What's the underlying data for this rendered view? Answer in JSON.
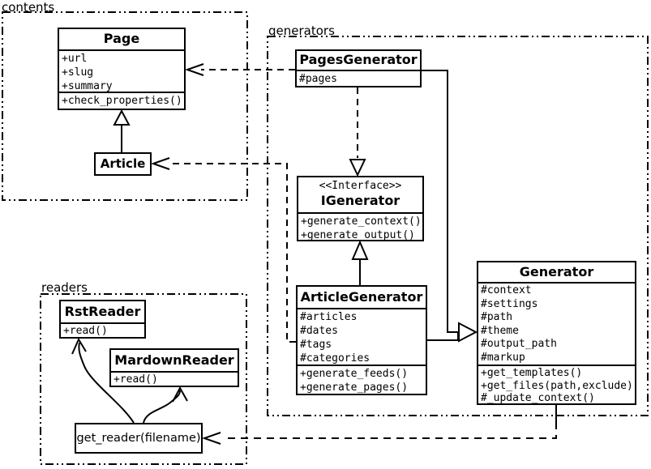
{
  "packages": {
    "contents": {
      "label": "contents"
    },
    "generators": {
      "label": "generators"
    },
    "readers": {
      "label": "readers"
    }
  },
  "classes": {
    "page": {
      "title": "Page",
      "attributes": [
        "+url",
        "+slug",
        "+summary"
      ],
      "methods": [
        "+check_properties()"
      ]
    },
    "article": {
      "title": "Article"
    },
    "pages_generator": {
      "title": "PagesGenerator",
      "attributes": [
        "#pages"
      ]
    },
    "igenerator": {
      "stereotype": "<<Interface>>",
      "title": "IGenerator",
      "methods": [
        "+generate_context()",
        "+generate_output()"
      ]
    },
    "article_generator": {
      "title": "ArticleGenerator",
      "attributes": [
        "#articles",
        "#dates",
        "#tags",
        "#categories"
      ],
      "methods": [
        "+generate_feeds()",
        "+generate_pages()"
      ]
    },
    "generator": {
      "title": "Generator",
      "attributes": [
        "#context",
        "#settings",
        "#path",
        "#theme",
        "#output_path",
        "#markup"
      ],
      "methods": [
        "+get_templates()",
        "+get_files(path,exclude)",
        "#_update_context()"
      ]
    },
    "rst_reader": {
      "title": "RstReader",
      "methods": [
        "+read()"
      ]
    },
    "mardown_reader": {
      "title": "MardownReader",
      "methods": [
        "+read()"
      ]
    },
    "get_reader": {
      "label": "get_reader(filename)"
    }
  },
  "colors": {
    "line": "#000000",
    "background": "#ffffff"
  }
}
